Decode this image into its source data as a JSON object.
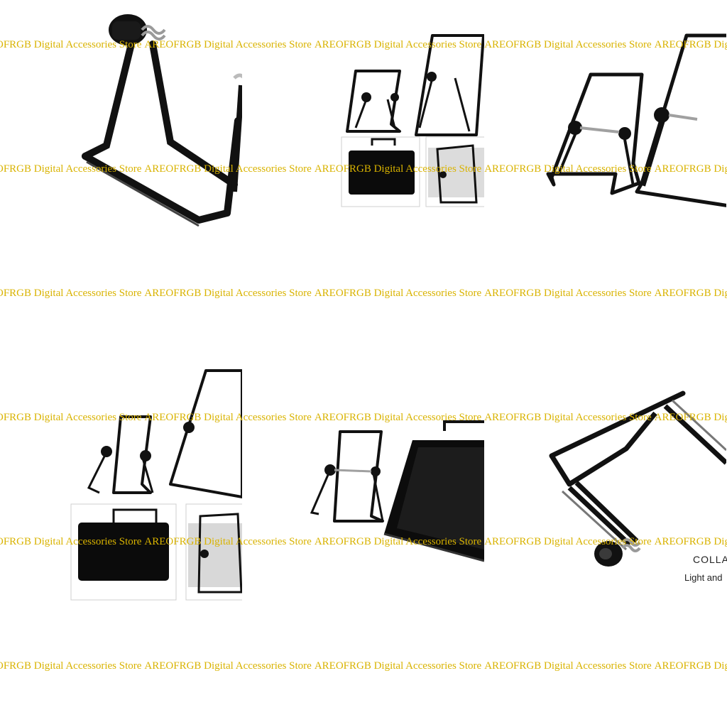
{
  "watermark": {
    "text": "AREOFRGB Digital Accessories Store",
    "color": "#d9b300"
  },
  "tiles": [
    {
      "name": "stand-closeup-knob",
      "icon": "wire-stand-closeup"
    },
    {
      "name": "stands-two-sizes-with-tablets",
      "icon": "wire-stand-pair"
    },
    {
      "name": "stands-two-sizes-large",
      "icon": "wire-stand-pair"
    },
    {
      "name": "stands-with-tablet-examples",
      "icon": "wire-stand-pair"
    },
    {
      "name": "stand-with-black-tablet",
      "icon": "wire-stand-tablet"
    },
    {
      "name": "stand-collapsed-view",
      "icon": "wire-stand-folded"
    }
  ],
  "caption": {
    "title": "COLLA",
    "subtitle": "Light and"
  }
}
